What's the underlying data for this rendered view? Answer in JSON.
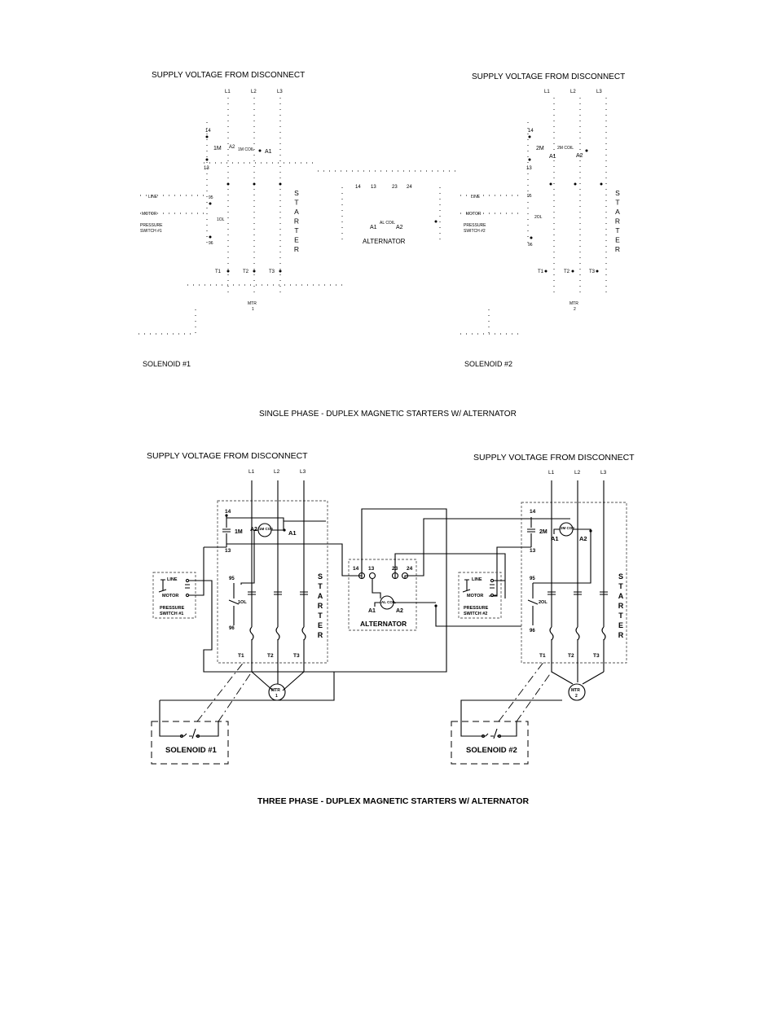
{
  "top_diagram": {
    "supply_left": "SUPPLY VOLTAGE FROM DISCONNECT",
    "supply_right": "SUPPLY VOLTAGE FROM DISCONNECT",
    "line_l1": "L1",
    "line_l2": "L2",
    "line_l3": "L3",
    "left_contact_14": "14",
    "left_contact_13": "13",
    "left_aux_1m": "1M",
    "left_a2": "A2",
    "left_coil": "1M COIL",
    "left_a1": "A1",
    "left_95": "95",
    "left_96": "96",
    "left_ol": "1OL",
    "left_line": "LINE",
    "left_motor": "MOTOR",
    "left_pressure": "PRESSURE",
    "left_switch": "SWITCH #1",
    "starter_left": "STARTER",
    "t1": "T1",
    "t2": "T2",
    "t3": "T3",
    "motor_left_a": "MTR",
    "motor_left_b": "1",
    "solenoid_left": "SOLENOID #1",
    "alt_14": "14",
    "alt_13": "13",
    "alt_23": "23",
    "alt_24": "24",
    "alt_a1": "A1",
    "alt_coil": "AL COIL",
    "alt_a2": "A2",
    "alternator": "ALTERNATOR",
    "right_contact_14": "14",
    "right_contact_13": "13",
    "right_aux_2m": "2M",
    "right_coil": "2M COIL",
    "right_a1": "A1",
    "right_a2": "A2",
    "right_95": "95",
    "right_96": "96",
    "right_ol": "2OL",
    "right_line": "LINE",
    "right_motor": "MOTOR",
    "right_pressure": "PRESSURE",
    "right_switch": "SWITCH #2",
    "starter_right": "STARTER",
    "motor_right_a": "MTR",
    "motor_right_b": "2",
    "solenoid_right": "SOLENOID #2",
    "caption": "SINGLE PHASE - DUPLEX MAGNETIC STARTERS W/ ALTERNATOR"
  },
  "bottom_diagram": {
    "supply_left": "SUPPLY VOLTAGE FROM DISCONNECT",
    "supply_right": "SUPPLY VOLTAGE FROM DISCONNECT",
    "line_l1": "L1",
    "line_l2": "L2",
    "line_l3": "L3",
    "left_contact_14": "14",
    "left_contact_13": "13",
    "left_aux_1m": "1M",
    "left_a2": "A2",
    "left_coil": "1M COIL",
    "left_a1": "A1",
    "left_95": "95",
    "left_96": "96",
    "left_ol": "1OL",
    "left_line": "LINE",
    "left_motor": "MOTOR",
    "left_pressure": "PRESSURE",
    "left_switch": "SWITCH #1",
    "starter_left": "STARTER",
    "t1": "T1",
    "t2": "T2",
    "t3": "T3",
    "motor_left_a": "MTR",
    "motor_left_b": "1",
    "solenoid_left": "SOLENOID #1",
    "alt_14": "14",
    "alt_13": "13",
    "alt_23": "23",
    "alt_24": "24",
    "alt_a1": "A1",
    "alt_coil": "AL COIL",
    "alt_a2": "A2",
    "alternator": "ALTERNATOR",
    "right_contact_14": "14",
    "right_contact_13": "13",
    "right_aux_2m": "2M",
    "right_coil": "2M COIL",
    "right_a1": "A1",
    "right_a2": "A2",
    "right_95": "95",
    "right_96": "96",
    "right_ol": "2OL",
    "right_line": "LINE",
    "right_motor": "MOTOR",
    "right_pressure": "PRESSURE",
    "right_switch": "SWITCH #2",
    "starter_right": "STARTER",
    "motor_right_a": "MTR",
    "motor_right_b": "2",
    "solenoid_right": "SOLENOID #2",
    "caption": "THREE PHASE - DUPLEX MAGNETIC STARTERS W/ ALTERNATOR"
  }
}
